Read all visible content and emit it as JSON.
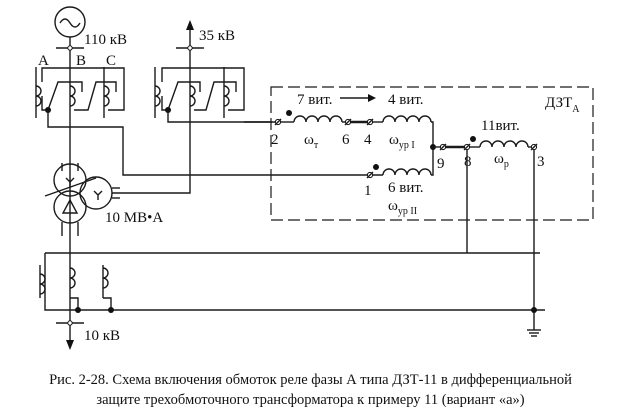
{
  "diagram": {
    "source_label": "110 кВ",
    "mid_voltage_label": "35 кВ",
    "low_voltage_label": "10 кВ",
    "transformer_rating": "10 МВ•А",
    "phases": [
      "A",
      "B",
      "C"
    ],
    "relay_label": "ДЗТ",
    "relay_subscript": "А",
    "windings": {
      "w_t": {
        "symbol": "ω",
        "sub": "т",
        "turns": "7 вит."
      },
      "w_ur1": {
        "symbol": "ω",
        "sub": "ур I",
        "turns": "4 вит."
      },
      "w_ur2": {
        "symbol": "ω",
        "sub": "ур II",
        "turns": "6 вит."
      },
      "w_r": {
        "symbol": "ω",
        "sub": "р",
        "turns": "11вит."
      }
    },
    "terminals": [
      "2",
      "6",
      "4",
      "9",
      "8",
      "3",
      "1"
    ]
  },
  "caption": {
    "line1": "Рис. 2-28. Схема включения обмоток реле фазы А  типа ДЗТ-11 в дифференциальной",
    "line2": "защите трехобмоточного трансформатора к примеру 11 (вариант «а»)"
  }
}
